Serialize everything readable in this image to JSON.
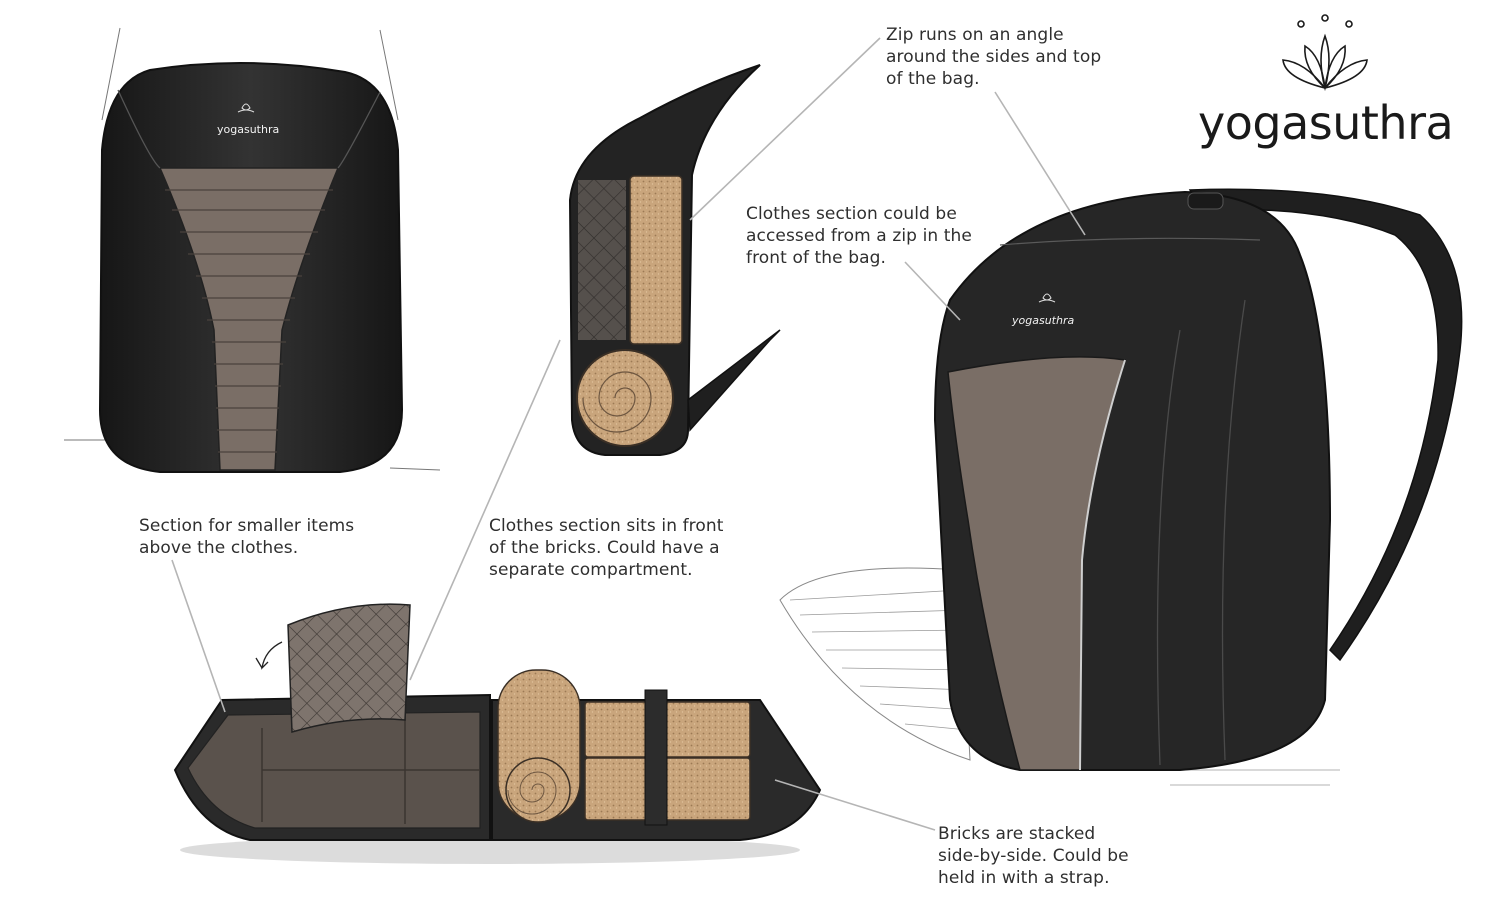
{
  "brand": {
    "wordmark": "yogasuthra",
    "bag_label_front": "yogasuthra",
    "bag_label_perspective": "yogasuthra",
    "logo_icon": "lotus-icon"
  },
  "callouts": [
    {
      "id": "zip",
      "lines": [
        "Zip runs on an angle",
        "around the sides and top",
        "of the bag."
      ]
    },
    {
      "id": "clothes-access",
      "lines": [
        "Clothes section could be",
        "accessed from a zip in the",
        "front of the bag."
      ]
    },
    {
      "id": "smaller-items",
      "lines": [
        "Section for smaller items",
        "above the clothes."
      ]
    },
    {
      "id": "clothes-front",
      "lines": [
        "Clothes section sits in front",
        "of the bricks. Could have a",
        "separate compartment."
      ]
    },
    {
      "id": "bricks",
      "lines": [
        "Bricks are stacked",
        "side-by-side.  Could be",
        "held in with a strap."
      ]
    }
  ],
  "colors": {
    "bag_body": "#2b2b2b",
    "bag_dark": "#1c1c1c",
    "panel_taupe": "#7a6e66",
    "cork": "#c9a57c",
    "leader_line": "#b5b5b5"
  }
}
